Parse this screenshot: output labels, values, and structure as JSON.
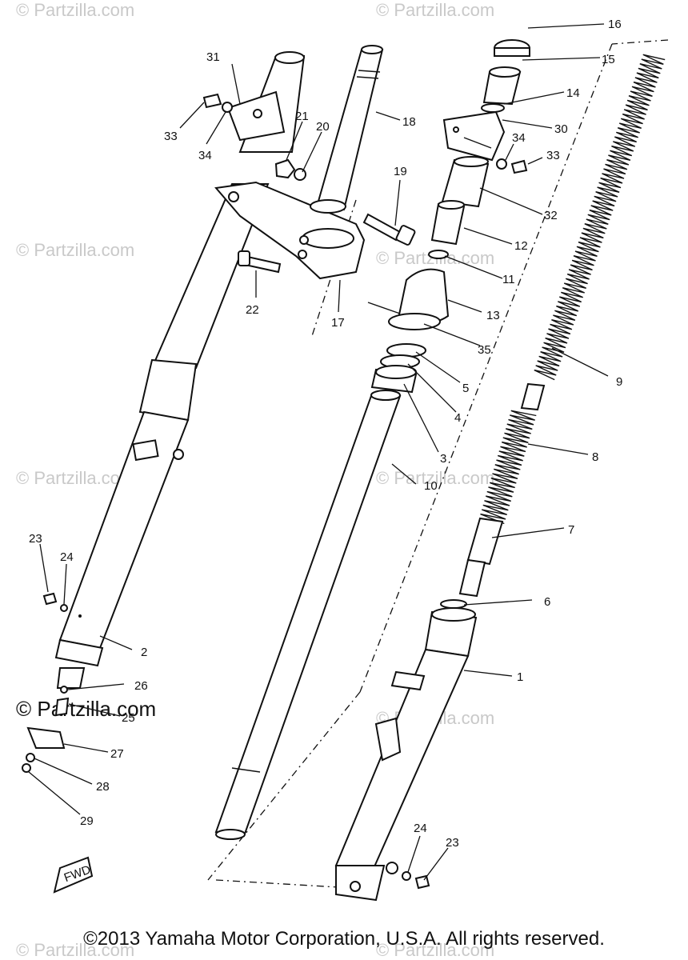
{
  "watermark": {
    "text": "© Partzilla.com"
  },
  "copyright": "©2013 Yamaha Motor Corporation, U.S.A. All rights reserved.",
  "fwd_label": "FWD",
  "callouts": {
    "c1": "1",
    "c2": "2",
    "c3": "3",
    "c4": "4",
    "c5": "5",
    "c6": "6",
    "c7": "7",
    "c8": "8",
    "c9": "9",
    "c10": "10",
    "c11": "11",
    "c12": "12",
    "c13": "13",
    "c14": "14",
    "c15": "15",
    "c16": "16",
    "c17": "17",
    "c18": "18",
    "c19": "19",
    "c20": "20",
    "c21": "21",
    "c22": "22",
    "c23a": "23",
    "c23b": "23",
    "c24a": "24",
    "c24b": "24",
    "c25": "25",
    "c26": "26",
    "c27": "27",
    "c28": "28",
    "c29": "29",
    "c30": "30",
    "c31": "31",
    "c32": "32",
    "c33a": "33",
    "c33b": "33",
    "c34a": "34",
    "c34b": "34",
    "c35": "35"
  }
}
